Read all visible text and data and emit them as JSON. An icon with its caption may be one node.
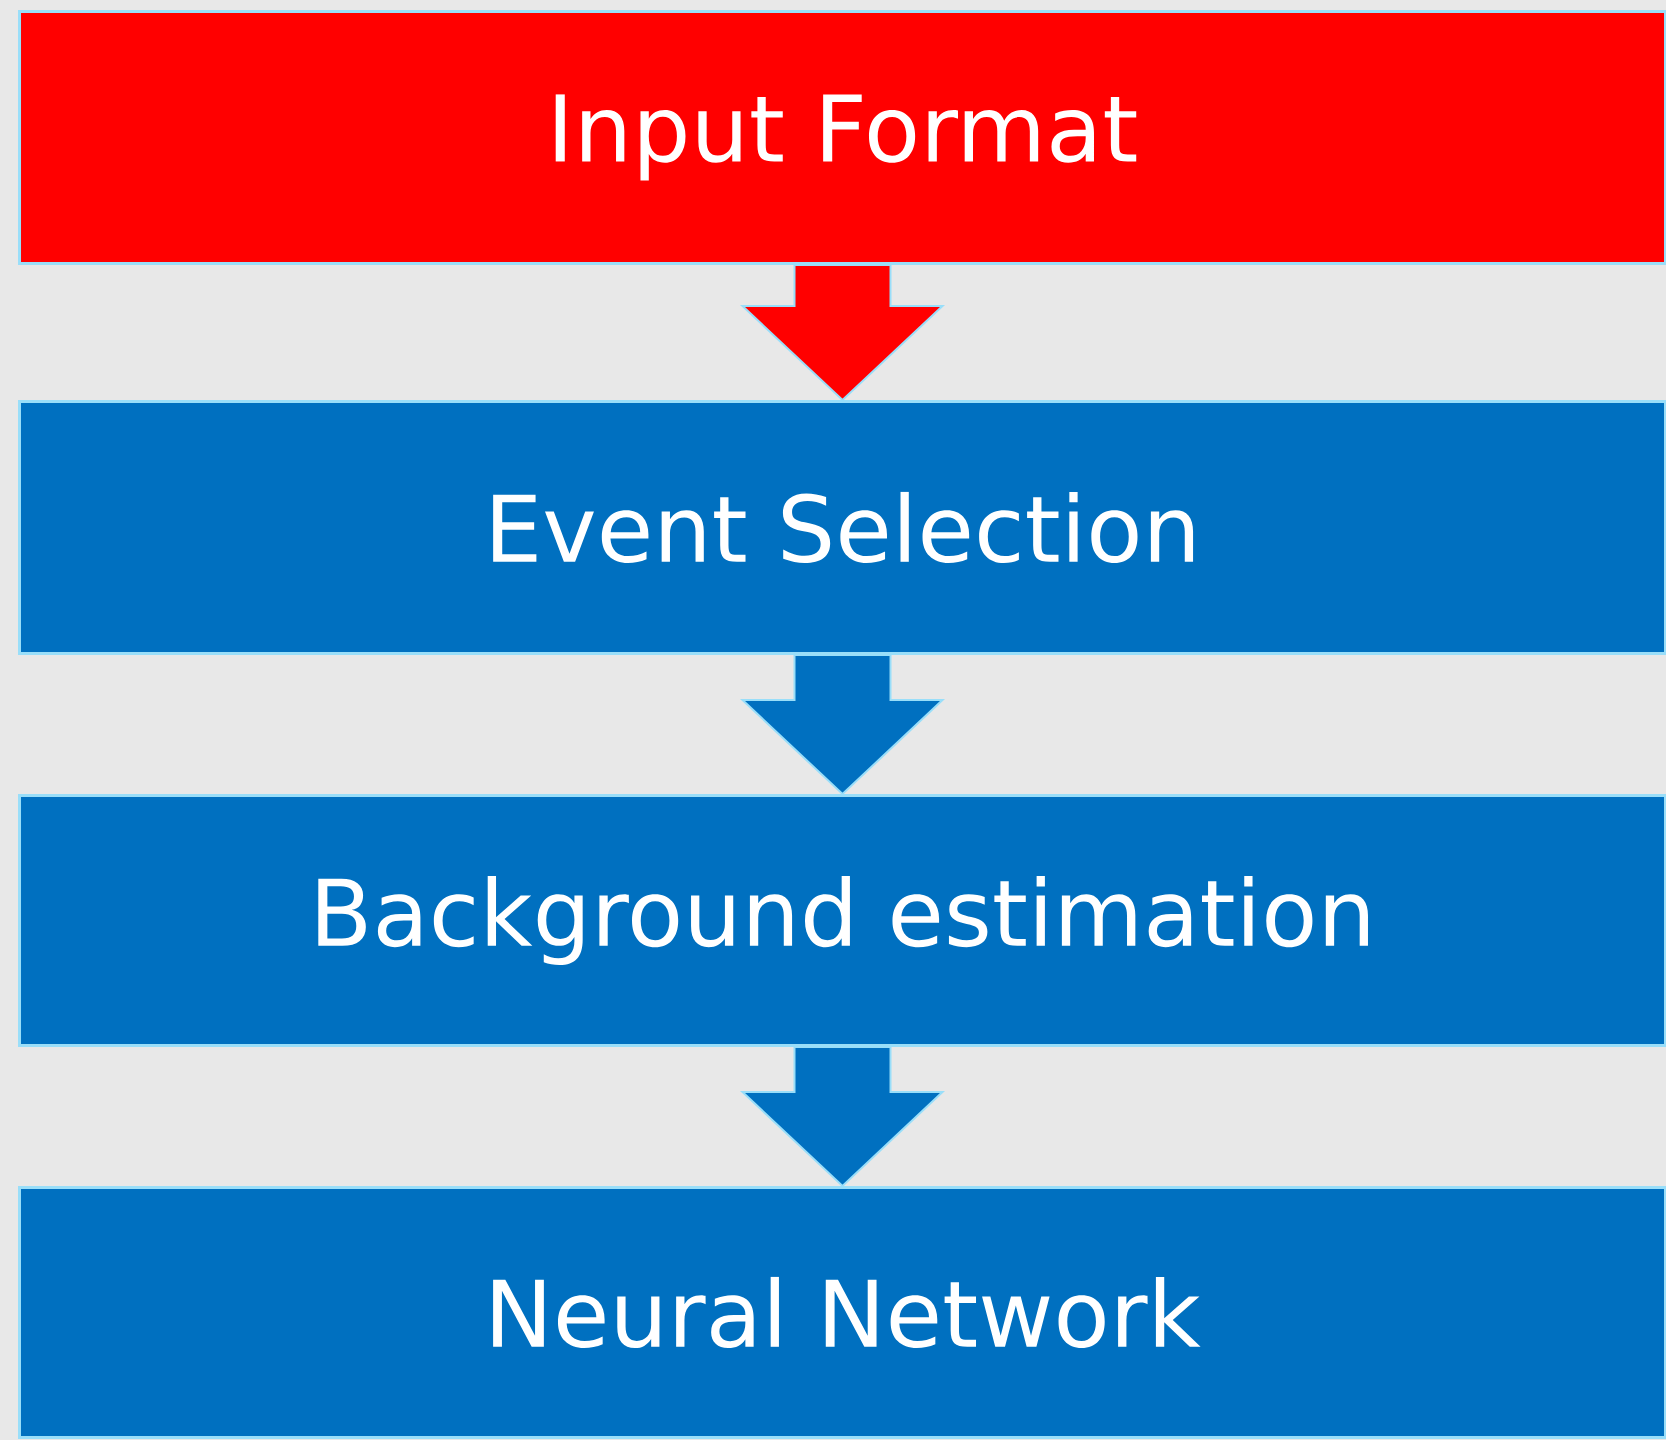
{
  "diagram": {
    "nodes": [
      {
        "text": [
          "Input Format"
        ]
      },
      {
        "text": [
          "Event Selection"
        ]
      },
      {
        "text": [
          "Background estimation"
        ]
      },
      {
        "text": [
          "Neural Network"
        ]
      }
    ],
    "edges": [
      {
        "from": 0,
        "to": 1,
        "arrow": "to",
        "color": "#ff0000"
      },
      {
        "from": 1,
        "to": 2,
        "arrow": "to"
      },
      {
        "from": 2,
        "to": 3,
        "arrow": "to"
      }
    ]
  }
}
